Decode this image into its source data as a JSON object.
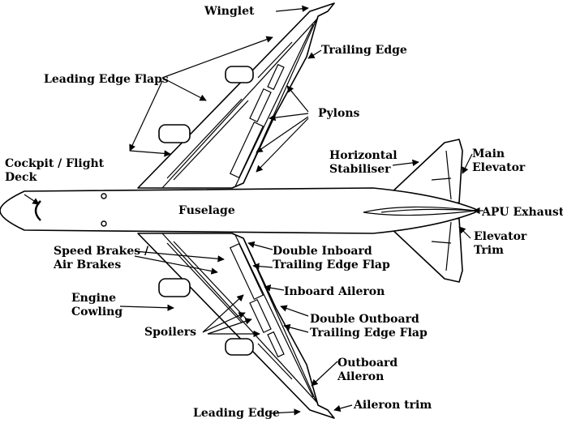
{
  "diagram": {
    "labels": {
      "winglet": "Winglet",
      "trailing_edge": "Trailing Edge",
      "leading_edge_flaps": "Leading Edge Flaps",
      "pylons": "Pylons",
      "cockpit_line1": "Cockpit / Flight",
      "cockpit_line2": "Deck",
      "horizontal_stab_line1": "Horizontal",
      "horizontal_stab_line2": "Stabiliser",
      "main_elevator_line1": "Main",
      "main_elevator_line2": "Elevator",
      "fuselage": "Fuselage",
      "apu_exhaust": "APU Exhaust",
      "elevator_trim_line1": "Elevator",
      "elevator_trim_line2": "Trim",
      "speed_brakes_line1": "Speed Brakes /",
      "speed_brakes_line2": "Air Brakes",
      "double_inboard_line1": "Double Inboard",
      "double_inboard_line2": "Trailing Edge Flap",
      "inboard_aileron": "Inboard Aileron",
      "engine_cowling_line1": "Engine",
      "engine_cowling_line2": "Cowling",
      "double_outboard_line1": "Double Outboard",
      "double_outboard_line2": "Trailing Edge Flap",
      "spoilers": "Spoilers",
      "outboard_aileron_line1": "Outboard",
      "outboard_aileron_line2": "Aileron",
      "leading_edge": "Leading Edge",
      "aileron_trim": "Aileron trim"
    }
  }
}
